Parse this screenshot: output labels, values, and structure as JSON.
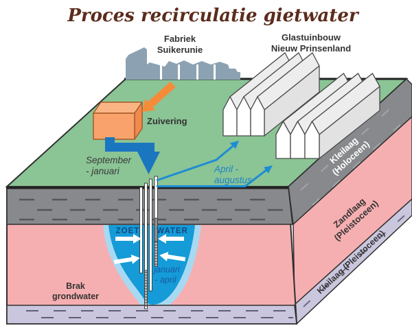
{
  "title": "Proces recirculatie gietwater",
  "sources": {
    "factory": {
      "lines": [
        "Fabriek",
        "Suikerunie"
      ]
    },
    "greenhouse": {
      "lines": [
        "Glastuinbouw",
        "Nieuw Prinsenland"
      ]
    },
    "purification": {
      "label": "Zuivering"
    }
  },
  "flows": {
    "injection_period": {
      "lines": [
        "September",
        "- januari"
      ]
    },
    "supply_period": {
      "lines": [
        "April -",
        "augustus"
      ]
    },
    "extraction_period": {
      "lines": [
        "januari",
        "- april"
      ]
    },
    "fresh_water_left": "ZOET",
    "fresh_water_right": "WATER"
  },
  "ground": {
    "brackish": {
      "lines": [
        "Brak",
        "grondwater"
      ]
    },
    "layers": {
      "holocene_clay": {
        "lines": [
          "Kleilaag",
          "(Holoceen)"
        ]
      },
      "pleistocene_sand": {
        "lines": [
          "Zandlaag",
          "(Pleistoceen)"
        ]
      },
      "pleistocene_clay": {
        "label": "Kleilaag (Pleistoceen)"
      }
    }
  },
  "colors": {
    "title_brown": "#5B2C1D",
    "surface_green": "#8BC495",
    "clay_gray": "#87898C",
    "sand_pink": "#F6AFB1",
    "deep_clay_lavender": "#C9C6DD",
    "fresh_water_blue": "#149BD8",
    "water_rim_blue": "#A8D9F2",
    "pipe_arrow_blue": "#1B76C0",
    "flow_arrow_blue": "#1E8CD3",
    "factory_gray": "#8CA2B2",
    "purification_orange": "#F9A26B",
    "orange_arrow": "#F68C3A",
    "label_dark": "#333333",
    "navy_text": "#15497E"
  }
}
